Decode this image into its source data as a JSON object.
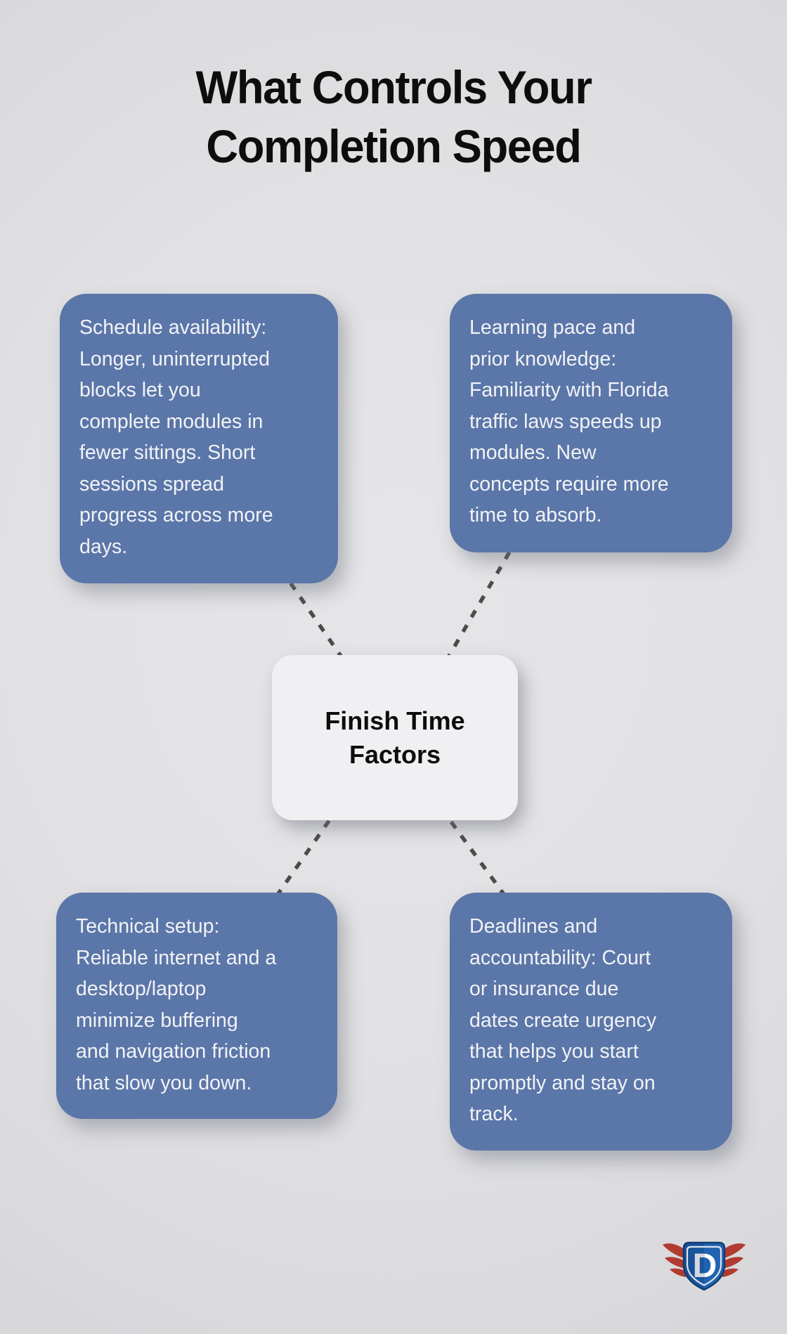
{
  "title": "What Controls Your\nCompletion Speed",
  "center": {
    "label": "Finish Time\nFactors"
  },
  "factors": [
    {
      "name": "schedule-availability",
      "position": "top-left",
      "text": "Schedule availability:\nLonger, uninterrupted\nblocks let you\ncomplete modules in\nfewer sittings. Short\nsessions spread\nprogress across more\ndays."
    },
    {
      "name": "learning-pace",
      "position": "top-right",
      "text": "Learning pace and\nprior knowledge:\nFamiliarity with Florida\ntraffic laws speeds up\nmodules. New\nconcepts require more\ntime to absorb."
    },
    {
      "name": "technical-setup",
      "position": "bottom-left",
      "text": "Technical setup:\nReliable internet and a\ndesktop/laptop\nminimize buffering\nand navigation friction\nthat slow you down."
    },
    {
      "name": "deadlines-accountability",
      "position": "bottom-right",
      "text": "Deadlines and\naccountability: Court\nor insurance due\ndates create urgency\nthat helps you start\npromptly and stay on\ntrack."
    }
  ],
  "logo": {
    "letter": "D",
    "shape": "shield-with-wings"
  },
  "colors": {
    "background": "#e0e0e2",
    "factor_box": "#5b76a8",
    "factor_text": "#f2f3f7",
    "center_box": "#f0f0f3",
    "center_text": "#0d0d0e",
    "title_text": "#0d0d0e",
    "connector": "#4b4b4b",
    "logo_shield_blue": "#1c5aa5",
    "logo_wing_red": "#b23a30"
  }
}
